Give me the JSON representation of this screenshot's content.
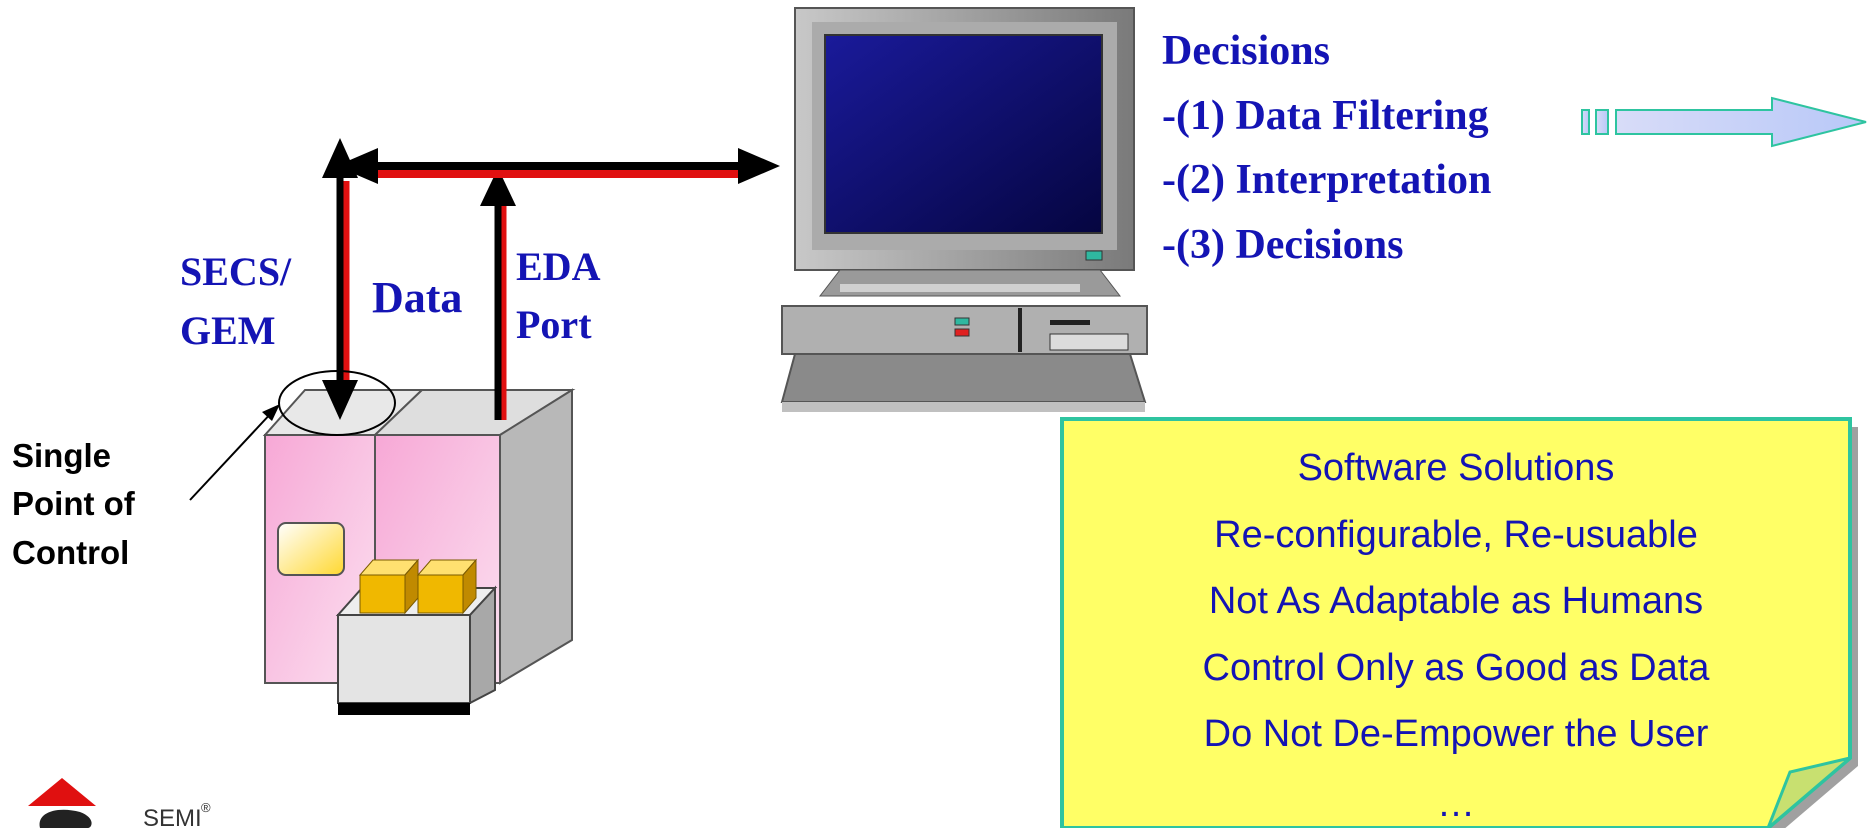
{
  "decisions": {
    "title": "Decisions",
    "items": [
      "-(1) Data Filtering",
      "-(2) Interpretation",
      "-(3) Decisions"
    ]
  },
  "labels": {
    "secs_line1": "SECS/",
    "secs_line2": "GEM",
    "data": "Data",
    "eda_line1": "EDA",
    "eda_line2": "Port",
    "spc_line1": "Single",
    "spc_line2": "Point of",
    "spc_line3": "Control"
  },
  "note": {
    "lines": [
      "Software Solutions",
      "Re-configurable, Re-usuable",
      "Not As Adaptable as Humans",
      "Control Only as Good as Data",
      "Do Not De-Empower the User",
      "…"
    ]
  },
  "logo": {
    "text": "SEMI",
    "mark": "®"
  },
  "colors": {
    "label_blue": "#1414b4",
    "note_fill": "#ffff66",
    "note_border": "#2ec4a0",
    "arrow_red": "#e01010",
    "screen_blue": "#0a0a6e",
    "tool_pink": "#f4b8dc"
  }
}
